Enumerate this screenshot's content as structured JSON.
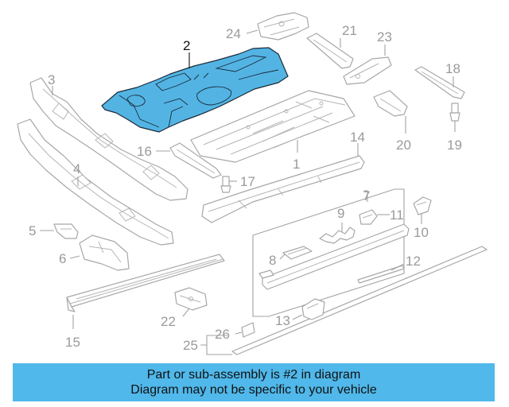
{
  "diagram": {
    "highlight_color": "#53b4e4",
    "callouts": {
      "c1": "1",
      "c2": "2",
      "c3": "3",
      "c4": "4",
      "c5": "5",
      "c6": "6",
      "c7": "7",
      "c8": "8",
      "c9": "9",
      "c10": "10",
      "c11": "11",
      "c12": "12",
      "c13": "13",
      "c14": "14",
      "c15": "15",
      "c16": "16",
      "c17": "17",
      "c18": "18",
      "c19": "19",
      "c20": "20",
      "c21": "21",
      "c22": "22",
      "c23": "23",
      "c24": "24",
      "c25": "25",
      "c26": "26"
    }
  },
  "banner": {
    "color": "#50b8ea",
    "line1": "Part or sub-assembly is #2 in diagram",
    "line2": "Diagram may not be specific to your vehicle"
  }
}
